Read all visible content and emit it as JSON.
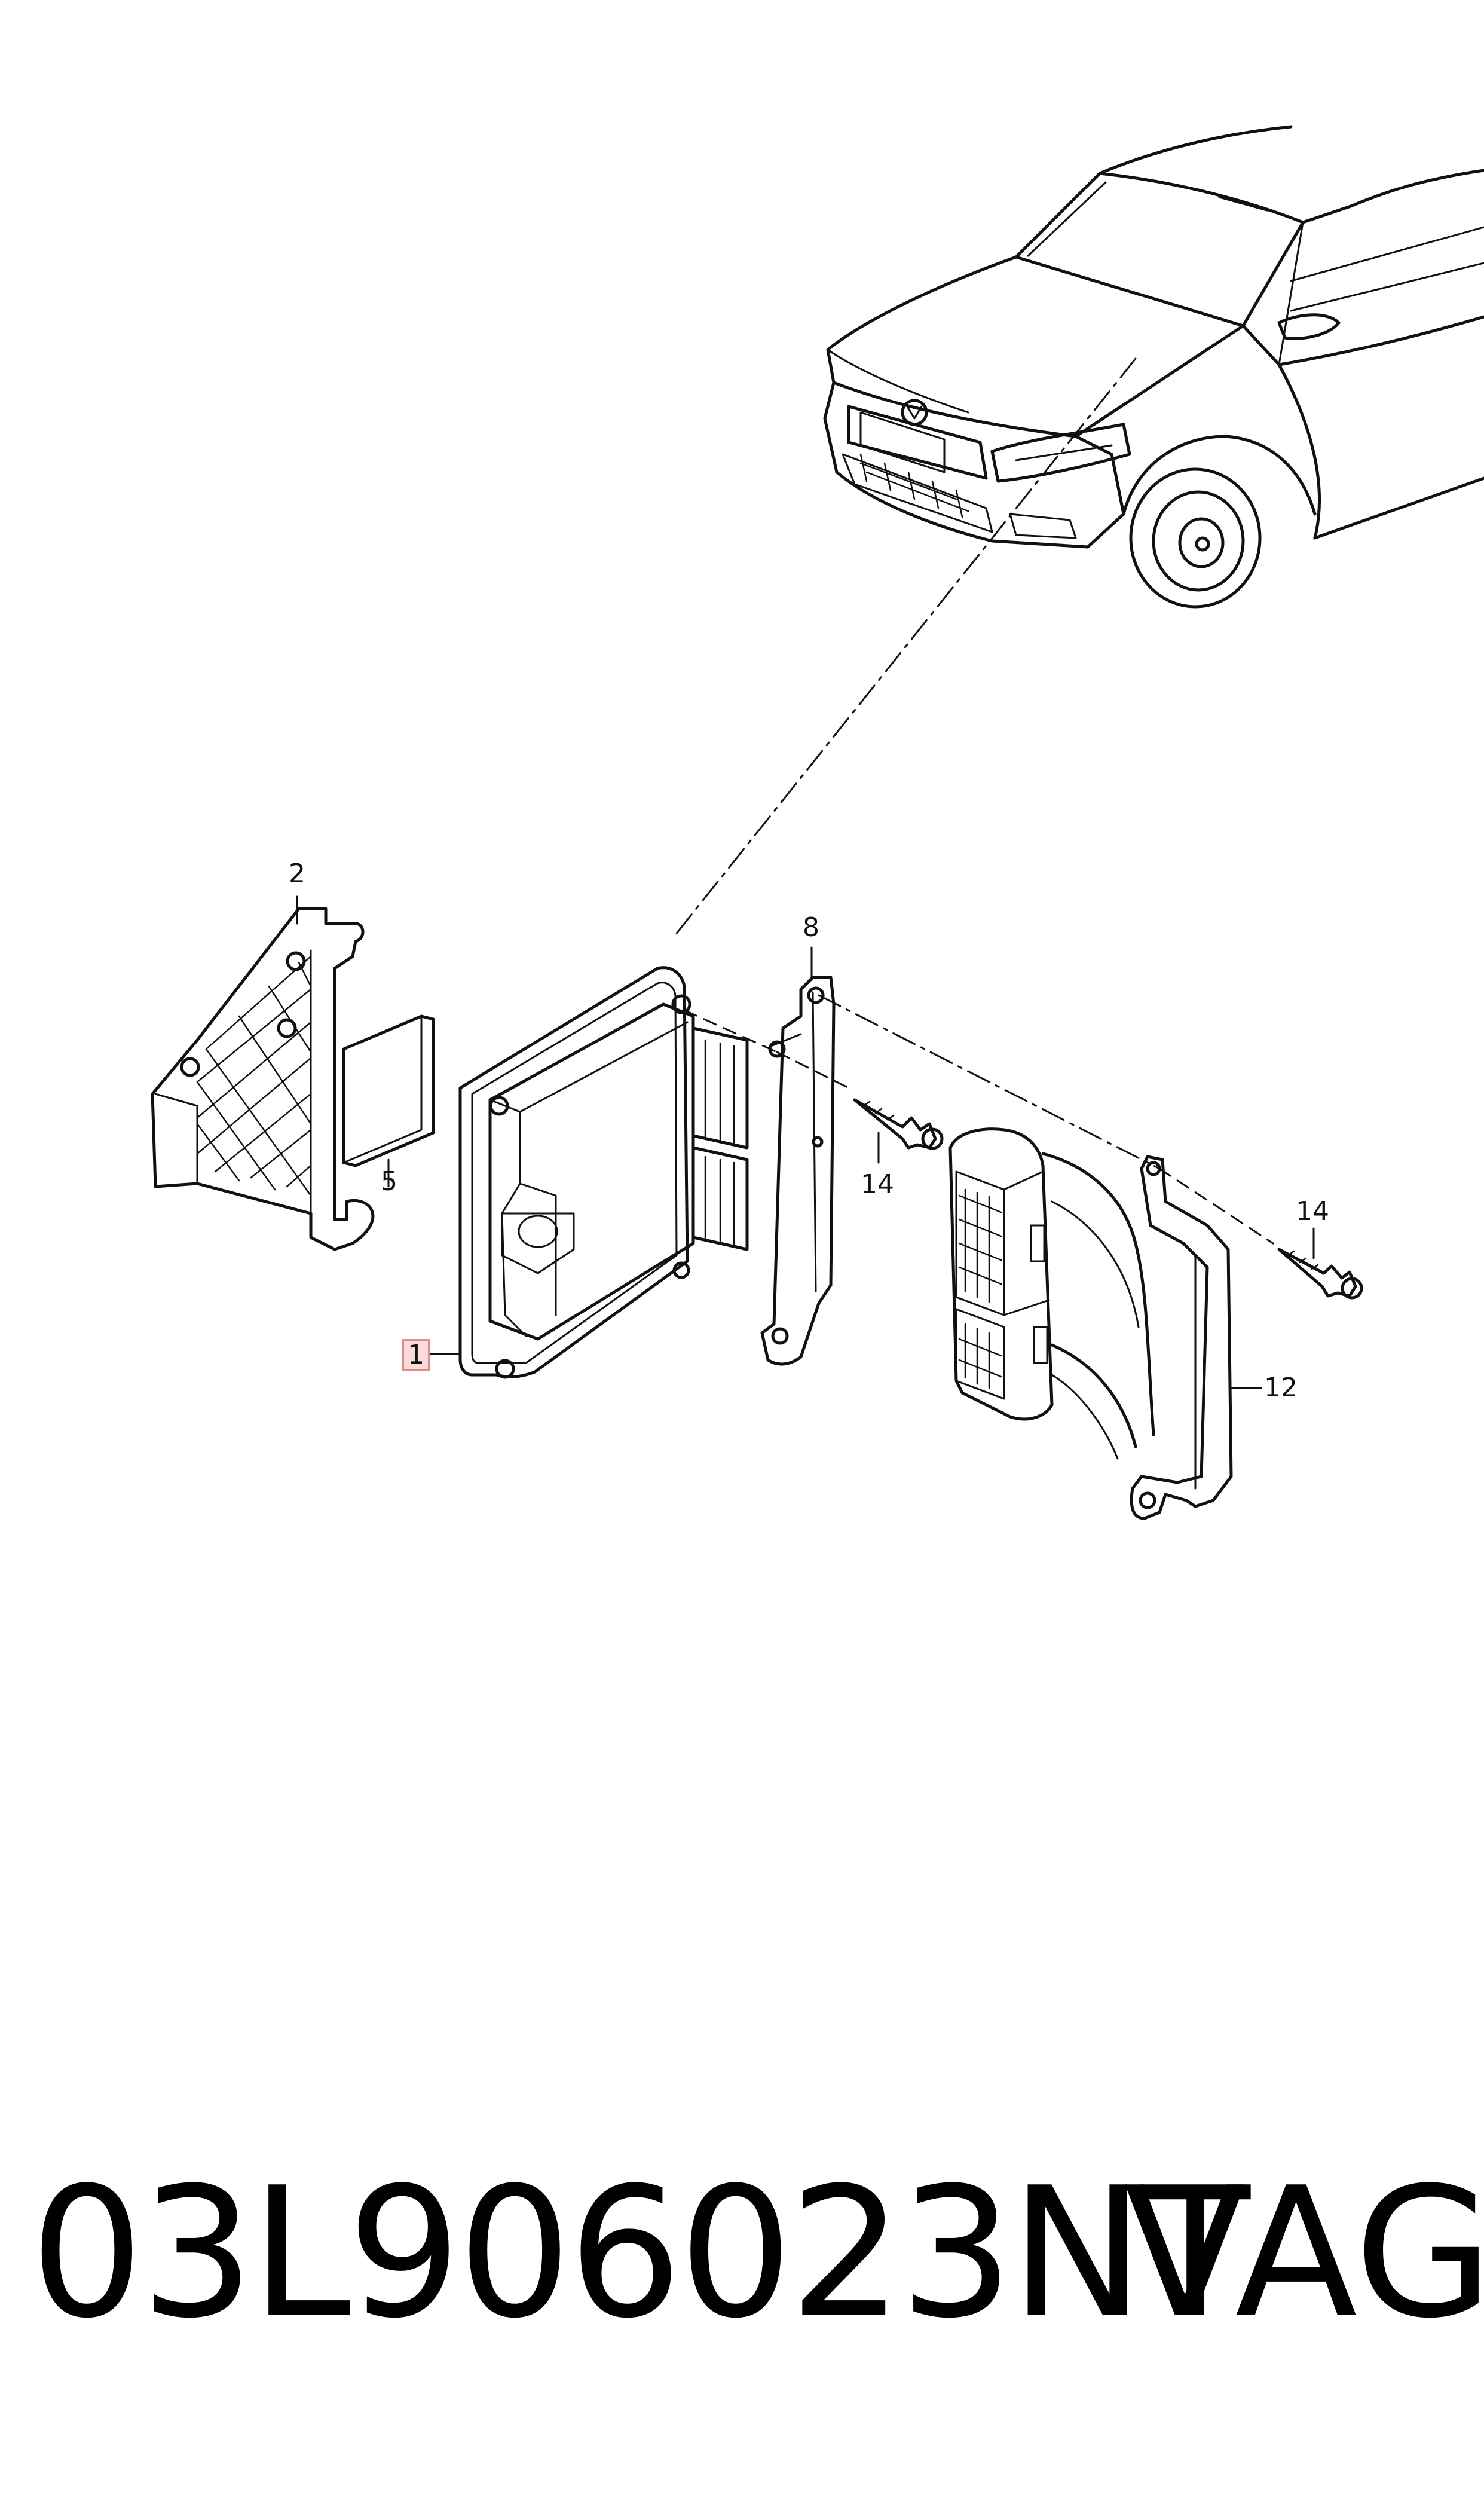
{
  "callouts": {
    "c1": "1",
    "c2": "2",
    "c5": "5",
    "c8": "8",
    "c12": "12",
    "c14a": "14",
    "c14b": "14"
  },
  "footer": {
    "part_number": "03L906023NT",
    "brand": "VAG"
  },
  "colors": {
    "line": "#111111",
    "highlight_fill": "#fbdada",
    "highlight_border": "#e08a8a"
  },
  "icons": {
    "car": "car-front-icon",
    "ecu": "ecu-module-icon"
  }
}
